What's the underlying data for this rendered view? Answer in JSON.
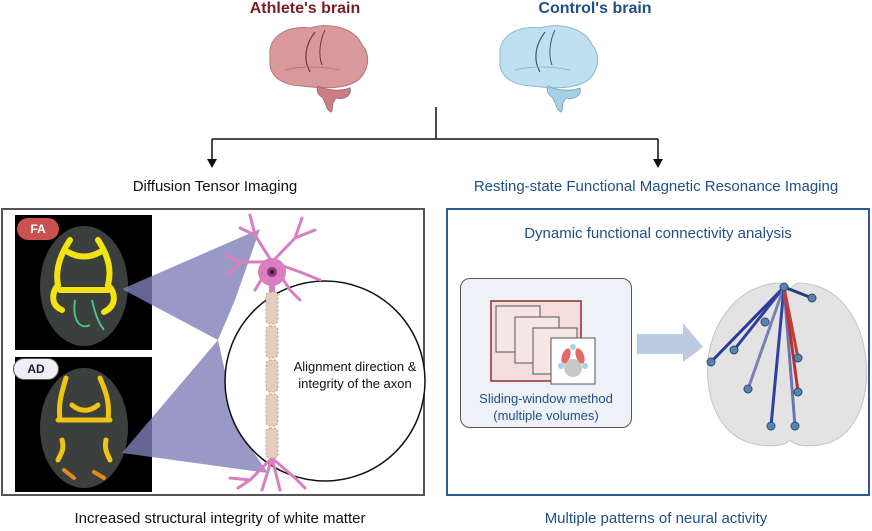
{
  "header": {
    "athlete_label": "Athlete's brain",
    "control_label": "Control's brain"
  },
  "branches": {
    "left_title": "Diffusion Tensor Imaging",
    "right_title": "Resting-state Functional Magnetic Resonance Imaging"
  },
  "left_panel": {
    "badges": [
      "FA",
      "AD"
    ],
    "circle_text_line1": "Alignment direction &",
    "circle_text_line2": "integrity of the axon",
    "conclusion": "Increased structural integrity of white matter"
  },
  "right_panel": {
    "title": "Dynamic functional connectivity analysis",
    "method_line1": "Sliding-window method",
    "method_line2": "(multiple volumes)",
    "conclusion": "Multiple patterns of neural activity"
  },
  "colors": {
    "athlete": "#7a1e25",
    "control": "#1f4f86",
    "athlete_brain_fill": "#d9999c",
    "control_brain_fill": "#bfe0f0",
    "neuron": "#d97fc0",
    "projection": "#7e80b8",
    "fa_badge": "#c9514f",
    "ad_badge": "#f1ecf6"
  }
}
